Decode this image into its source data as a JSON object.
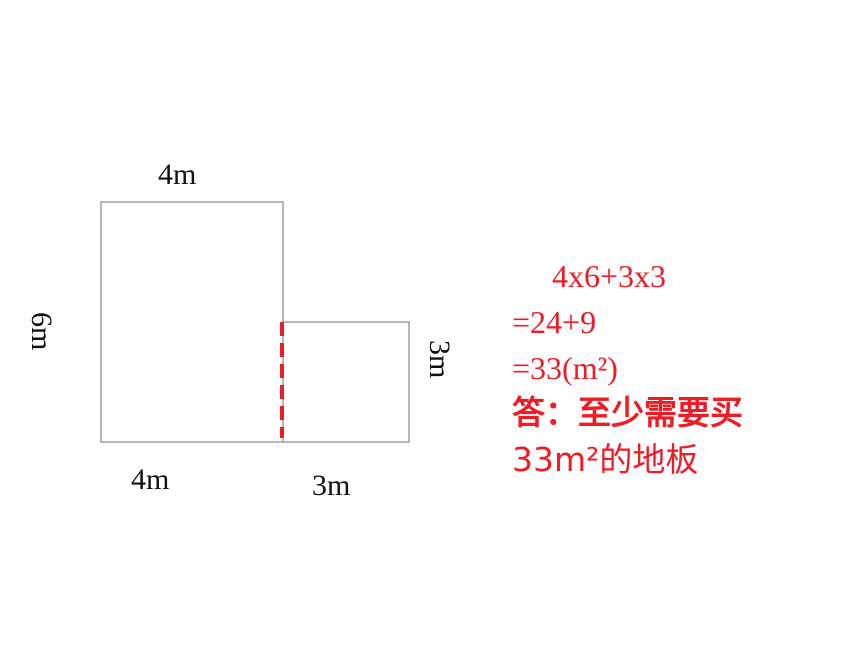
{
  "diagram": {
    "labels": {
      "top_width": "4m",
      "left_height": "6m",
      "bottom_left_width": "4m",
      "bottom_right_width": "3m",
      "right_height": "3m"
    },
    "colors": {
      "outline": "#99a1a6",
      "divider": "#ee1c25",
      "text": "#111111",
      "calc": "#ee1c25"
    }
  },
  "calculation": {
    "line1": "4x6+3x3",
    "line2": "=24+9",
    "line3": "=33(m²)",
    "answer_line1": "答：至少需要买",
    "answer_line2": "33m²的地板"
  }
}
